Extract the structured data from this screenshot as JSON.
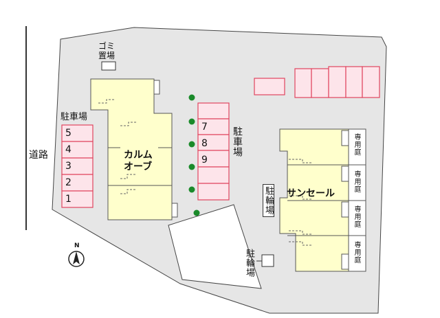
{
  "road_label": "道路",
  "garbage_area": {
    "line1": "ゴミ",
    "line2": "置場"
  },
  "parking_left": {
    "label": "駐車場",
    "spaces": [
      "5",
      "4",
      "3",
      "2",
      "1"
    ]
  },
  "parking_center": {
    "label": "駐車場",
    "spaces": [
      "7",
      "8",
      "9"
    ]
  },
  "building_west": {
    "line1": "カルム",
    "line2": "オーブ"
  },
  "building_east": {
    "name": "サンセール",
    "gardens": [
      "専用庭",
      "専用庭",
      "専用庭",
      "専用庭"
    ]
  },
  "bike_parking_1": "駐輪場",
  "bike_parking_2": "駐輪場",
  "compass": "N",
  "colors": {
    "lot": "#e6e6e6",
    "building": "#ffffcc",
    "parking_fill": "#fde4ea",
    "parking_stroke": "#e0445e",
    "tree": "#1a8a2a"
  }
}
